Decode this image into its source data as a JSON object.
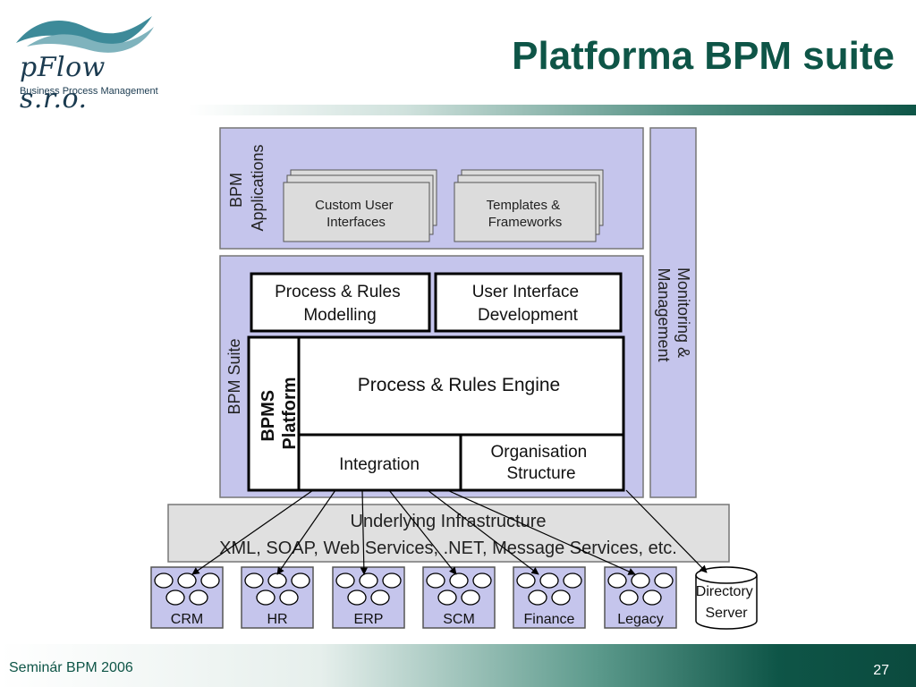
{
  "logo": {
    "name": "pFlow s.r.o.",
    "tagline": "Business Process Management"
  },
  "slide": {
    "title": "Platforma BPM suite",
    "footer_left": "Seminár BPM 2006",
    "page_number": "27"
  },
  "diagram": {
    "applications_label": [
      "BPM",
      "Applications"
    ],
    "custom_ui": [
      "Custom User",
      "Interfaces"
    ],
    "templates": [
      "Templates &",
      "Frameworks"
    ],
    "suite_label": "BPM Suite",
    "modelling": [
      "Process & Rules",
      "Modelling"
    ],
    "ui_dev": [
      "User Interface",
      "Development"
    ],
    "platform_label": [
      "BPMS",
      "Platform"
    ],
    "engine": "Process & Rules Engine",
    "integration": "Integration",
    "org_structure": [
      "Organisation",
      "Structure"
    ],
    "monitoring": [
      "Monitoring &",
      "Management"
    ],
    "infra_title": "Underlying Infrastructure",
    "infra_sub": "XML, SOAP, Web Services, .NET, Message Services, etc.",
    "systems": [
      "CRM",
      "HR",
      "ERP",
      "SCM",
      "Finance",
      "Legacy"
    ],
    "directory": [
      "Directory",
      "Server"
    ]
  }
}
